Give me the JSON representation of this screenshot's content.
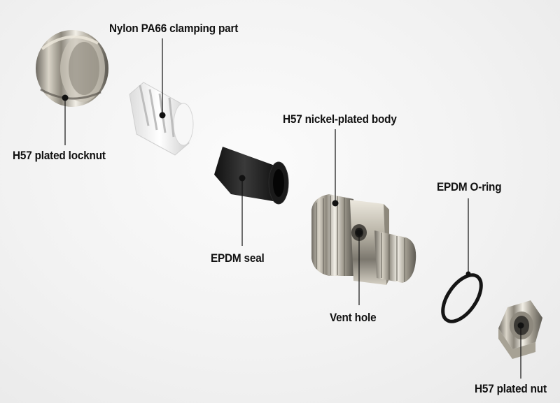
{
  "labels": {
    "clamping_part": "Nylon PA66 clamping part",
    "locknut": "H57 plated locknut",
    "body": "H57 nickel-plated body",
    "oring": "EPDM O-ring",
    "seal": "EPDM seal",
    "vent_hole": "Vent hole",
    "plated_nut": "H57 plated nut"
  },
  "colors": {
    "background": "#f4f4f4",
    "label_text": "#111111",
    "leader_line": "#111111"
  }
}
